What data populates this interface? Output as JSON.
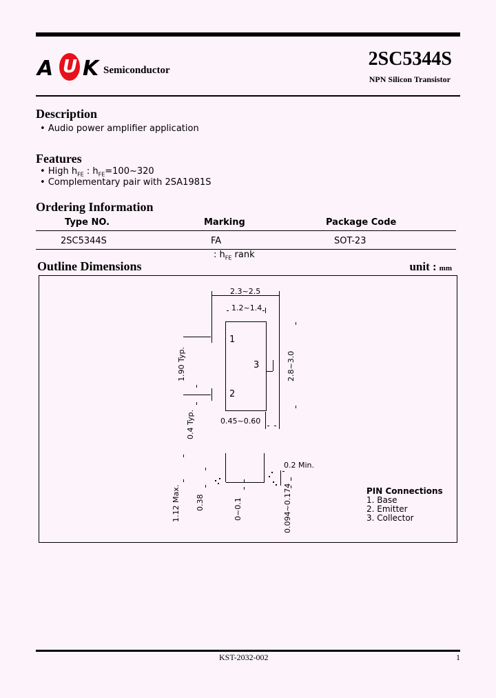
{
  "header": {
    "logo": {
      "letters": [
        "A",
        "U",
        "K"
      ],
      "company": "Semiconductor",
      "accent_color": "#e8101a"
    },
    "part_number": "2SC5344S",
    "subtitle": "NPN Silicon Transistor"
  },
  "description": {
    "title": "Description",
    "items": [
      "Audio power amplifier application"
    ]
  },
  "features": {
    "title": "Features",
    "items": [
      {
        "prefix": "High h",
        "sub1": "FE",
        "mid": " : h",
        "sub2": "FE",
        "suffix": "=100~320"
      },
      {
        "text": "Complementary pair with 2SA1981S"
      }
    ]
  },
  "ordering": {
    "title": "Ordering Information",
    "columns": [
      "Type NO.",
      "Marking",
      "Package Code"
    ],
    "rows": [
      [
        "2SC5344S",
        "FA",
        "SOT-23"
      ]
    ],
    "note_prefix": ": h",
    "note_sub": "FE",
    "note_suffix": " rank"
  },
  "outline": {
    "title": "Outline Dimensions",
    "unit_label": "unit :",
    "unit_value": "mm",
    "dims": {
      "width_outer": "2.3~2.5",
      "width_inner": "1.2~1.4",
      "pitch": "1.90 Typ.",
      "lead_len": "0.4 Typ.",
      "height_total": "2.8~3.0",
      "lead_width": "0.45~0.60",
      "pin1": "1",
      "pin2": "2",
      "pin3": "3",
      "min_gap": "0.2 Min.",
      "max_height": "1.12 Max.",
      "body_h": "0.38",
      "standoff": "0~0.1",
      "lead_thick": "0.094~0.174"
    },
    "pins": {
      "title": "PIN Connections",
      "items": [
        "1. Base",
        "2. Emitter",
        "3. Collector"
      ]
    }
  },
  "footer": {
    "doc_number": "KST-2032-002",
    "page": "1"
  }
}
